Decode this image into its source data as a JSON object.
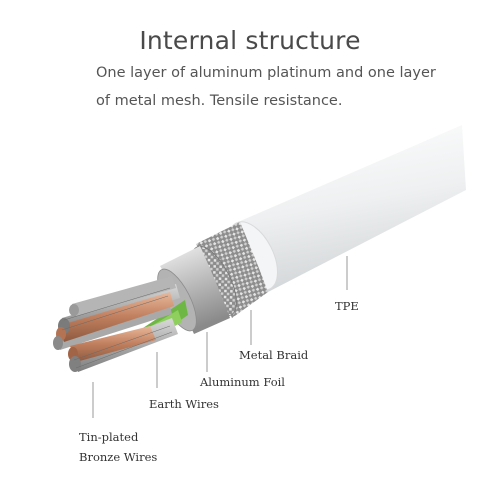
{
  "header": {
    "title": "Internal structure",
    "description_line1": "One layer of aluminum platinum and one layer",
    "description_line2": "of metal mesh. Tensile resistance."
  },
  "callouts": {
    "tpe": "TPE",
    "metal_braid": "Metal Braid",
    "aluminum_foil": "Aluminum Foil",
    "earth_wires": "Earth Wires",
    "tin_plated_line1": "Tin-plated",
    "tin_plated_line2": "Bronze Wires"
  },
  "colors": {
    "background": "#ffffff",
    "jacket": "#eceeef",
    "braid": "#9a9a9a",
    "foil": "#c8c8c8",
    "copper": "#c98a6a",
    "earth_wire": "#7dbf4e"
  }
}
